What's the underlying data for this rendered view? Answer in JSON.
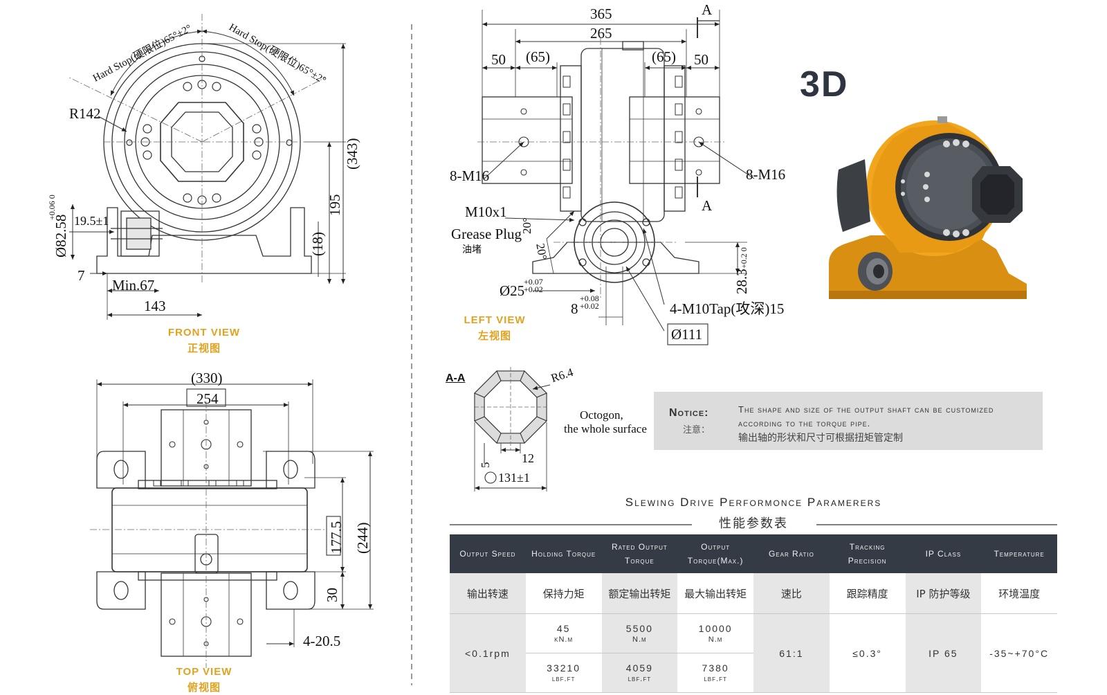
{
  "front_view": {
    "title_en": "FRONT VIEW",
    "title_cn": "正视图",
    "hard_stop_left": "Hard Stop(硬限位)65°±2°",
    "hard_stop_right": "Hard Stop(硬限位)65°±2°",
    "r142": "R142",
    "d343": "(343)",
    "d195": "195",
    "d18": "(18)",
    "d82": "Ø82.58",
    "d82_tol": "+0.06 0",
    "d19": "19.5±1",
    "d7": "7",
    "min67": "Min.67",
    "d143": "143"
  },
  "left_view": {
    "title_en": "LEFT VIEW",
    "title_cn": "左视图",
    "d365": "365",
    "d265": "265",
    "d50l": "50",
    "d65l": "(65)",
    "d65r": "(65)",
    "d50r": "50",
    "section_top": "A",
    "section_bottom": "A",
    "m16_left": "8-M16",
    "m16_right": "8-M16",
    "m10x1": "M10x1",
    "grease_en": "Grease Plug",
    "grease_cn": "油堵",
    "a20_1": "20°",
    "a20_2": "20°",
    "d25": "Ø25",
    "d25_tol": "+0.07 +0.02",
    "d8": "8",
    "d8_tol": "+0.08 +0.02",
    "m10tap": "4-M10Tap(攻深)15",
    "d111": "Ø111",
    "d28": "28.3",
    "d28_tol": "+0.2 0"
  },
  "section_aa": {
    "label": "A-A",
    "r64": "R6.4",
    "octagon": "Octogon,",
    "surface": "the whole surface",
    "d5": "5",
    "d12": "12",
    "d131": "131±1"
  },
  "top_view": {
    "title_en": "TOP VIEW",
    "title_cn": "俯视图",
    "d330": "(330)",
    "d254": "254",
    "d177": "177.5",
    "d244": "(244)",
    "d30": "30",
    "d4205": "4-20.5"
  },
  "label_3d": "3D",
  "notice": {
    "head_en": "Notice:",
    "head_cn": "注意：",
    "text_en": "The shape and size of the output shaft can be customized according to the torque pipe.",
    "text_cn": "输出轴的形状和尺寸可根据扭矩管定制"
  },
  "table": {
    "title_en": "Slewing Drive Performonce Paramerers",
    "title_cn": "性能参数表",
    "headers": [
      "Output Speed",
      "Holding Torque",
      "Rated Output Torque",
      "Output Torque(Max.)",
      "Gear Ratio",
      "Tracking Precision",
      "IP Class",
      "Temperature"
    ],
    "headers_cn": [
      "输出转速",
      "保持力矩",
      "额定输出转矩",
      "最大输出转矩",
      "速比",
      "跟踪精度",
      "IP 防护等级",
      "环境温度"
    ],
    "speed": "<0.1rpm",
    "holding_1": "45",
    "holding_1_unit": "kN.m",
    "holding_2": "33210",
    "holding_2_unit": "lbf.ft",
    "rated_1": "5500",
    "rated_1_unit": "N.m",
    "rated_2": "4059",
    "rated_2_unit": "lbf.ft",
    "max_1": "10000",
    "max_1_unit": "N.m",
    "max_2": "7380",
    "max_2_unit": "lbf.ft",
    "ratio": "61:1",
    "precision": "≤0.3°",
    "ip": "IP 65",
    "temp": "-35~+70°C"
  },
  "colors": {
    "housing": "#f2a61e",
    "dark_part": "#3c3f44",
    "header_bg": "#343b44",
    "view_title": "#e0a21f"
  }
}
